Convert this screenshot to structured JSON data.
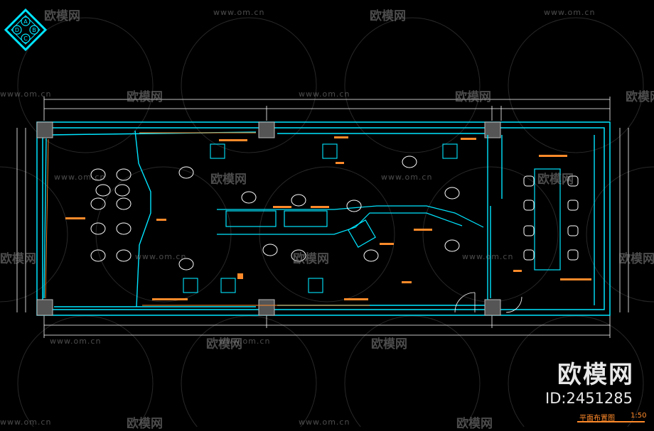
{
  "drawing": {
    "title": "平面布置图",
    "scale": "1:50"
  },
  "badge": {
    "letters": [
      "A",
      "B",
      "C",
      "D"
    ]
  },
  "watermark": {
    "url": "www.om.cn",
    "logo": "欧模网",
    "id": "ID:2451285"
  },
  "colors": {
    "background": "#000000",
    "wall": "#00e5ff",
    "annotation": "#ff8a2a",
    "dimension": "#ffffff",
    "furniture": "#ffffff",
    "column": "#9a9a9a"
  }
}
